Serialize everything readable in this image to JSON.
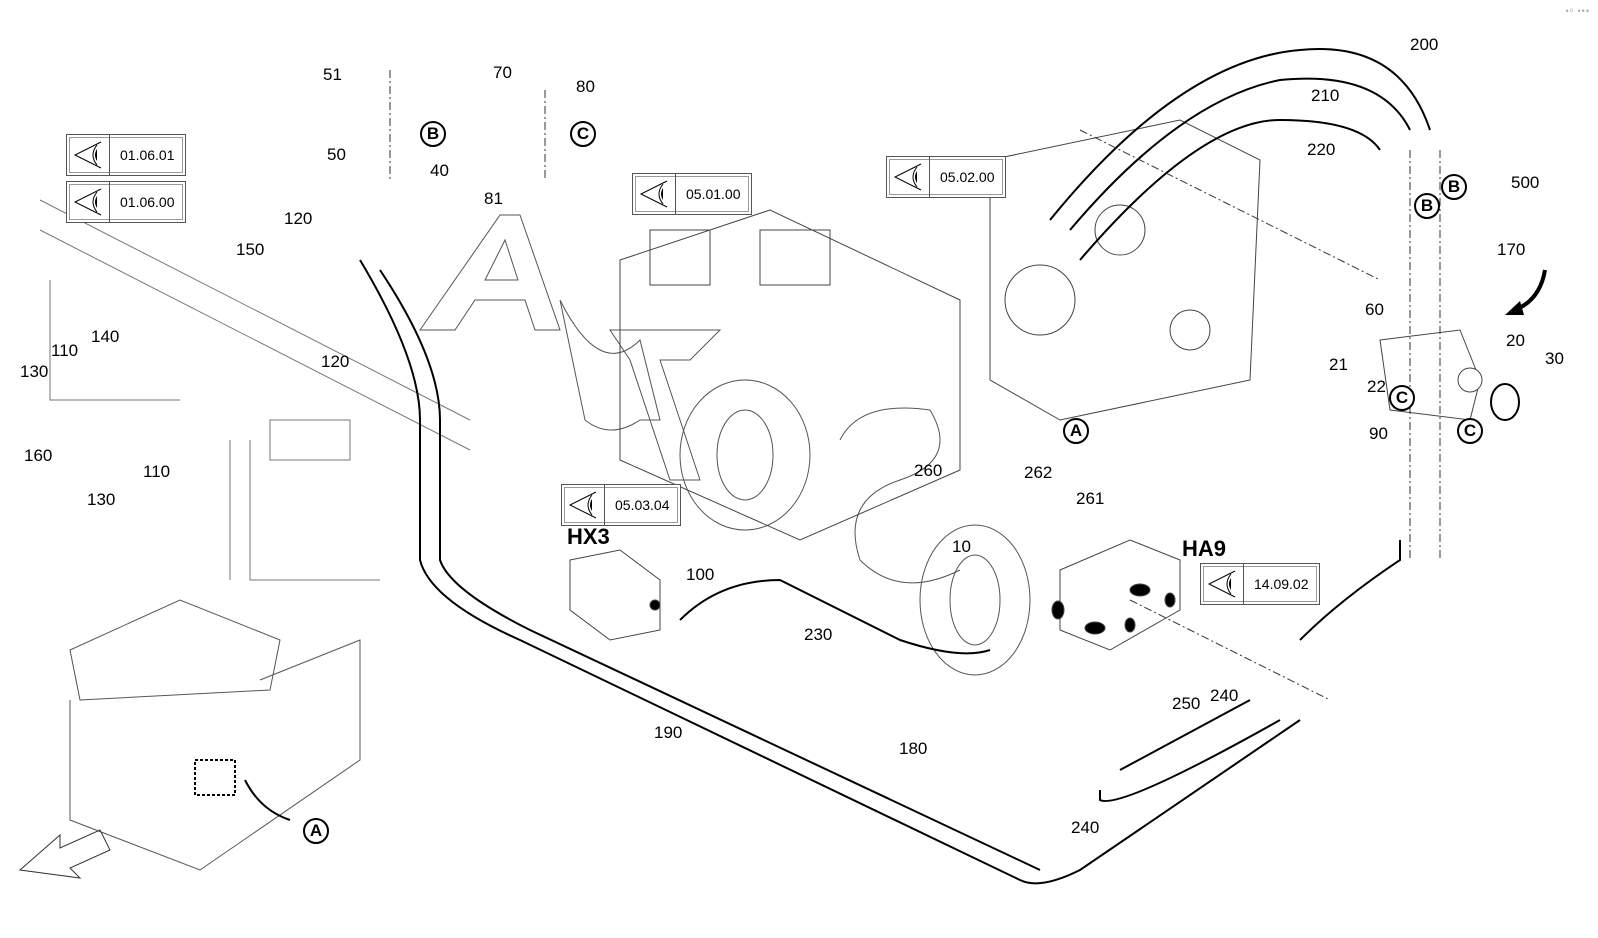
{
  "diagram": {
    "watermark": "AutoSO",
    "reference_boxes": [
      {
        "id": "ref-010601",
        "code": "01.06.01",
        "icon": "eye-view-icon"
      },
      {
        "id": "ref-010600",
        "code": "01.06.00",
        "icon": "eye-view-icon"
      },
      {
        "id": "ref-050100",
        "code": "05.01.00",
        "icon": "eye-view-icon"
      },
      {
        "id": "ref-050200",
        "code": "05.02.00",
        "icon": "eye-view-icon"
      },
      {
        "id": "ref-050304",
        "code": "05.03.04",
        "icon": "eye-view-icon"
      },
      {
        "id": "ref-140902",
        "code": "14.09.02",
        "icon": "eye-view-icon"
      }
    ],
    "component_labels": {
      "hx3": "HX3",
      "ha9": "HA9"
    },
    "detail_markers": {
      "a": "A",
      "b": "B",
      "c": "C"
    },
    "part_numbers": {
      "p10": "10",
      "p20": "20",
      "p21": "21",
      "p22": "22",
      "p30": "30",
      "p40": "40",
      "p50": "50",
      "p51": "51",
      "p60": "60",
      "p70": "70",
      "p80": "80",
      "p81": "81",
      "p90": "90",
      "p100": "100",
      "p110": "110",
      "p120": "120",
      "p130": "130",
      "p140": "140",
      "p150": "150",
      "p160": "160",
      "p170": "170",
      "p180": "180",
      "p190": "190",
      "p200": "200",
      "p210": "210",
      "p220": "220",
      "p230": "230",
      "p240": "240",
      "p250": "250",
      "p260": "260",
      "p261": "261",
      "p262": "262",
      "p500": "500"
    },
    "corner_indicator": "•ᵒ •••"
  }
}
